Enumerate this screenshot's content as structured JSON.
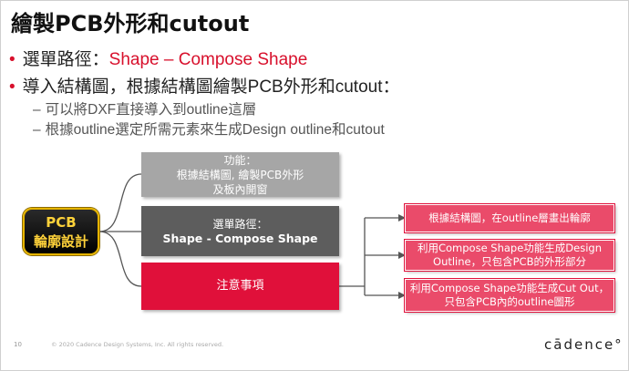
{
  "slide": {
    "title": "繪製PCB外形和cutout",
    "bullets": [
      {
        "prefix": "選單路徑：",
        "highlight": "Shape – Compose Shape"
      },
      {
        "text": "導入結構圖，根據結構圖繪製PCB外形和cutout："
      }
    ],
    "sub_bullets": [
      "可以將DXF直接導入到outline這層",
      "根據outline選定所需元素來生成Design outline和cutout"
    ],
    "dash": "–"
  },
  "diagram": {
    "root": {
      "line1": "PCB",
      "line2": "輪廓設計"
    },
    "branches": [
      {
        "lines": [
          "功能：",
          "根據結構圖, 繪製PCB外形",
          "及板內開窗"
        ]
      },
      {
        "lines": [
          "選單路徑：",
          "Shape -  Compose Shape"
        ]
      },
      {
        "lines": [
          "注意事項"
        ]
      }
    ],
    "notes": [
      {
        "lines": [
          "根據結構圖，在outline層畫出輪廓"
        ]
      },
      {
        "lines": [
          "利用Compose Shape功能生成Design",
          "Outline，只包含PCB的外形部分"
        ]
      },
      {
        "lines": [
          "利用Compose Shape功能生成Cut Out，",
          "只包含PCB內的outline圖形"
        ]
      }
    ],
    "colors": {
      "gray": "#a6a6a6",
      "dark": "#5d5d5d",
      "red": "#e0103a",
      "pink": "#ea4b6a",
      "gold": "#e6b400"
    }
  },
  "footer": {
    "page_number": "10",
    "copyright": "© 2020 Cadence Design Systems, Inc. All rights reserved.",
    "logo": "cādence°"
  }
}
